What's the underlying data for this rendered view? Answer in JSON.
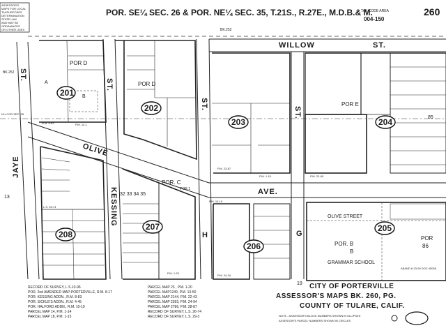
{
  "header": {
    "title": "POR. SE¼ SEC. 26 & POR. NE¼ SEC. 35, T.21S., R.27E., M.D.B.& M.",
    "tax_code_label": "TAX CODE AREA",
    "tax_code": "004-150",
    "page_number": "260"
  },
  "stamp": {
    "lines": [
      "ASSESSOR'S",
      "MAPS FOR LOCAL",
      "TAXPURPOSES",
      "DETERMINATION",
      "STATE LAW",
      "AND MAY BE",
      "ORDINANCES",
      "OR OTHER USES"
    ]
  },
  "streets": {
    "willow": "WILLOW",
    "willow_st": "ST.",
    "olive": "OLIVE",
    "ave": "AVE.",
    "jaye": "JAYE",
    "jaye_st": "ST.",
    "kessing": "KESSING",
    "st_c": "ST.",
    "st_h": "ST.",
    "h": "H",
    "st_e": "ST.",
    "g": "G",
    "olive_street": "OLIVE       STREET"
  },
  "blocks": [
    "201",
    "202",
    "203",
    "204",
    "205",
    "206",
    "207",
    "208"
  ],
  "parcel_labels": {
    "por_d_1": "POR D",
    "por_d_2": "POR D",
    "por_e": "POR E",
    "por_c": "POR. C",
    "por_1": "POR.1",
    "por_b": "POR. B",
    "por_b_letter": "B",
    "grammar": "GRAMMAR     SCHOOL",
    "por_86": "POR",
    "por_86b": "86",
    "a": "A",
    "b": "B",
    "kessing_lots": "32 33 34 35",
    "lot_85": "85"
  },
  "side_notes": {
    "bk252": "BK 252",
    "bk252b": "BK.252",
    "sec35": "N¼ COR SEC. 35",
    "lot13": "13",
    "lot19": "19"
  },
  "map_refs": {
    "rm": "R.M. 8-83",
    "ps1": "P.M. 14-1",
    "ps2": "P.M. 22-65",
    "ps3": "P.M. 23-87",
    "ps4": "P.M. 1-15",
    "ps5": "P.M. 10-19",
    "ps6": "P.M. 1-20",
    "ps7": "P.M. 24-34",
    "ls": "L.S. 26-74",
    "abd": "ABAND 6-23-90 DOC 45065"
  },
  "recorded_left": [
    "RECORD OF SURVEY,     L.S.10-96",
    "POR. 2nd AMENDED MAP-PORTERVILLE,   R.M. 8-17",
    "POR. KESSING ADDN.,       R.M. 8-83",
    "POR. SICKLE'S ADDN.,      R.M. 4-45",
    "POR. HALFORD ADDN.,       R.M. 10-19",
    "PARCEL  MAP 14,     P.M. 1-14",
    "PARCEL  MAP 18,     P.M. 1-15"
  ],
  "recorded_mid": [
    "PARCEL  MAP 23 ,    P.M. 1-20",
    "PARCEL  MAP1249,    P.M. 13-50",
    "PARCEL  MAP 2144,   P.M. 22-43",
    "PARCEL  MAP 2393,   P.M. 24-94",
    "PARCEL  MAP 2786,   P.M. 28-87",
    "RECORD OF SURVEY,   L.S. 26-74",
    "RECORD OF SURVEY,   L.S. 29-3"
  ],
  "footer": {
    "city": "CITY   OF   PORTERVILLE",
    "assessor": "ASSESSOR'S  MAPS  BK. 260,  PG.",
    "county": "COUNTY   OF   TULARE,   CALIF.",
    "note": "NOTE - ASSESSOR'S BLOCK NUMBERS SHOWN IN ELLIPSES",
    "note2": "ASSESSOR'S PARCEL NUMBERS SHOWN IN CIRCLES"
  }
}
